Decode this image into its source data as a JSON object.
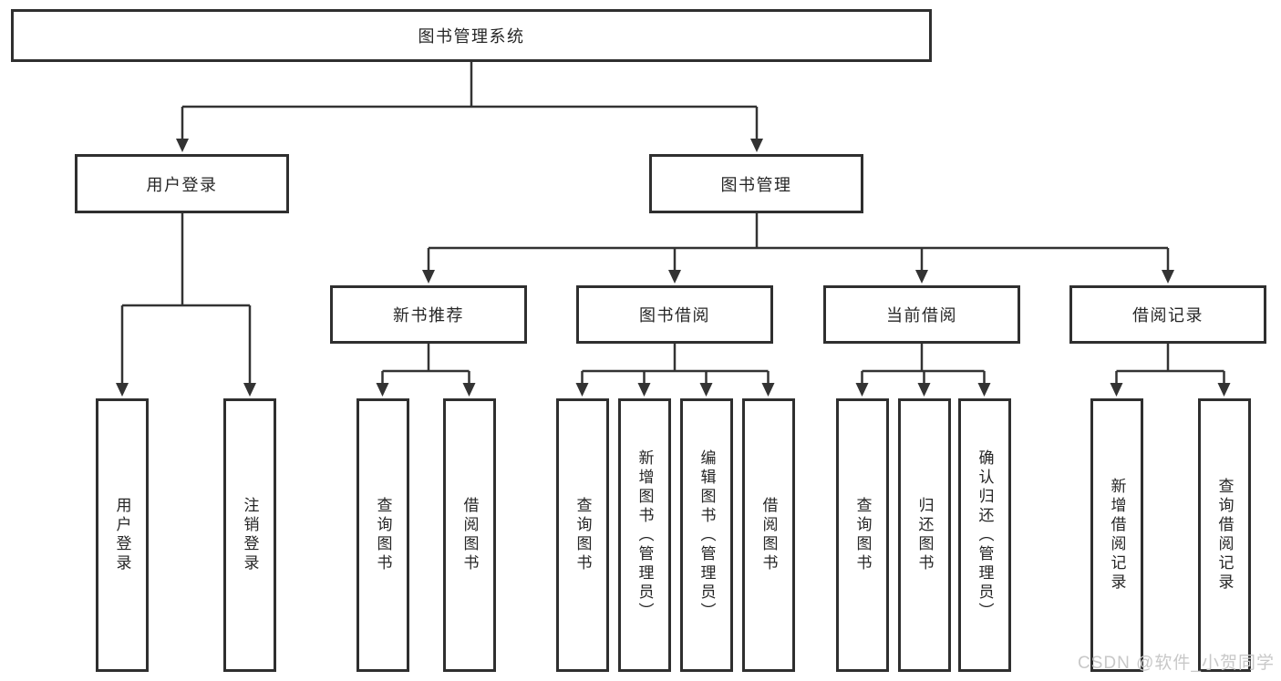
{
  "diagram": {
    "title": "图书管理系统",
    "root": {
      "label": "图书管理系统"
    },
    "branches": [
      {
        "label": "用户登录",
        "leaves": [
          {
            "label": "用户登录"
          },
          {
            "label": "注销登录"
          }
        ]
      },
      {
        "label": "图书管理",
        "groups": [
          {
            "label": "新书推荐",
            "leaves": [
              {
                "label": "查询图书"
              },
              {
                "label": "借阅图书"
              }
            ]
          },
          {
            "label": "图书借阅",
            "leaves": [
              {
                "label": "查询图书"
              },
              {
                "label": "新增图书（管理员）"
              },
              {
                "label": "编辑图书（管理员）"
              },
              {
                "label": "借阅图书"
              }
            ]
          },
          {
            "label": "当前借阅",
            "leaves": [
              {
                "label": "查询图书"
              },
              {
                "label": "归还图书"
              },
              {
                "label": "确认归还（管理员）"
              }
            ]
          },
          {
            "label": "借阅记录",
            "leaves": [
              {
                "label": "新增借阅记录"
              },
              {
                "label": "查询借阅记录"
              }
            ]
          }
        ]
      }
    ]
  },
  "watermark": {
    "text": "CSDN @软件_小贺同学"
  },
  "colors": {
    "line": "#333333",
    "box_border": "#2f2f2f",
    "text": "#262626",
    "watermark": "#c8c8c8",
    "background": "#ffffff"
  }
}
